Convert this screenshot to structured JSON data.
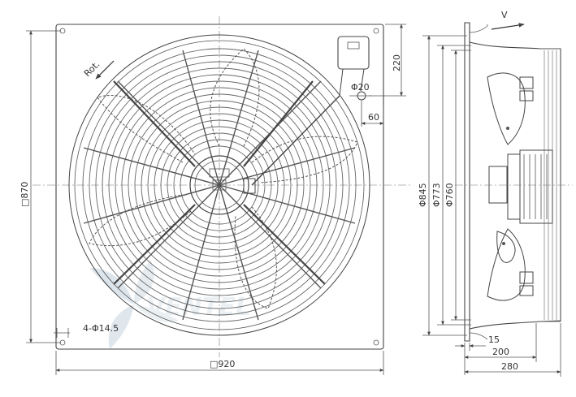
{
  "drawing": {
    "front_view": {
      "width_label": "□920",
      "height_label": "□870",
      "hole_label": "4-Φ14.5",
      "box_top_label": "220",
      "box_offset_label": "60",
      "box_hole_label": "Φ20",
      "rotation_label": "Rot."
    },
    "side_view": {
      "airflow_label": "V",
      "dia1_label": "Φ845",
      "dia2_label": "Φ773",
      "dia3_label": "Φ760",
      "depth1_label": "15",
      "depth2_label": "200",
      "depth3_label": "280"
    },
    "watermark_text": "VENTEL"
  }
}
